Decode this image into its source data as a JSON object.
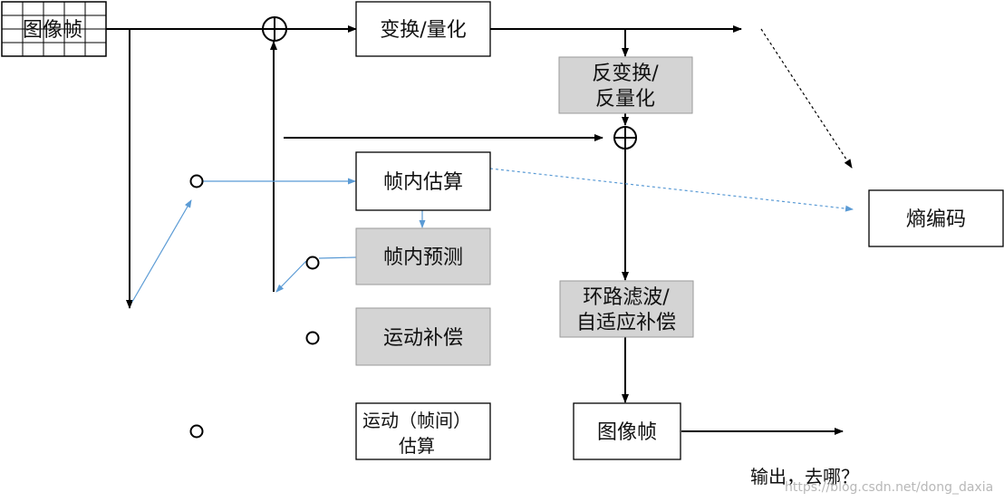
{
  "colors": {
    "line": "#000000",
    "blue_line": "#5b9bd5",
    "grey_box": "#d4d4d4",
    "white_box": "#ffffff"
  },
  "nodes": {
    "input_frame": "图像帧",
    "transform_quant": "变换/量化",
    "inv_transform_line1": "反变换/",
    "inv_transform_line2": "反量化",
    "intra_estimation": "帧内估算",
    "intra_prediction": "帧内预测",
    "motion_comp": "运动补偿",
    "motion_est_line1": "运动（帧间）",
    "motion_est_line2": "估算",
    "loop_filter_line1": "环路滤波/",
    "loop_filter_line2": "自适应补偿",
    "entropy_coding": "熵编码",
    "output_frame": "图像帧"
  },
  "annotations": {
    "output_question": "输出，去哪？",
    "watermark": "https://blog.csdn.net/dong_daxia"
  }
}
